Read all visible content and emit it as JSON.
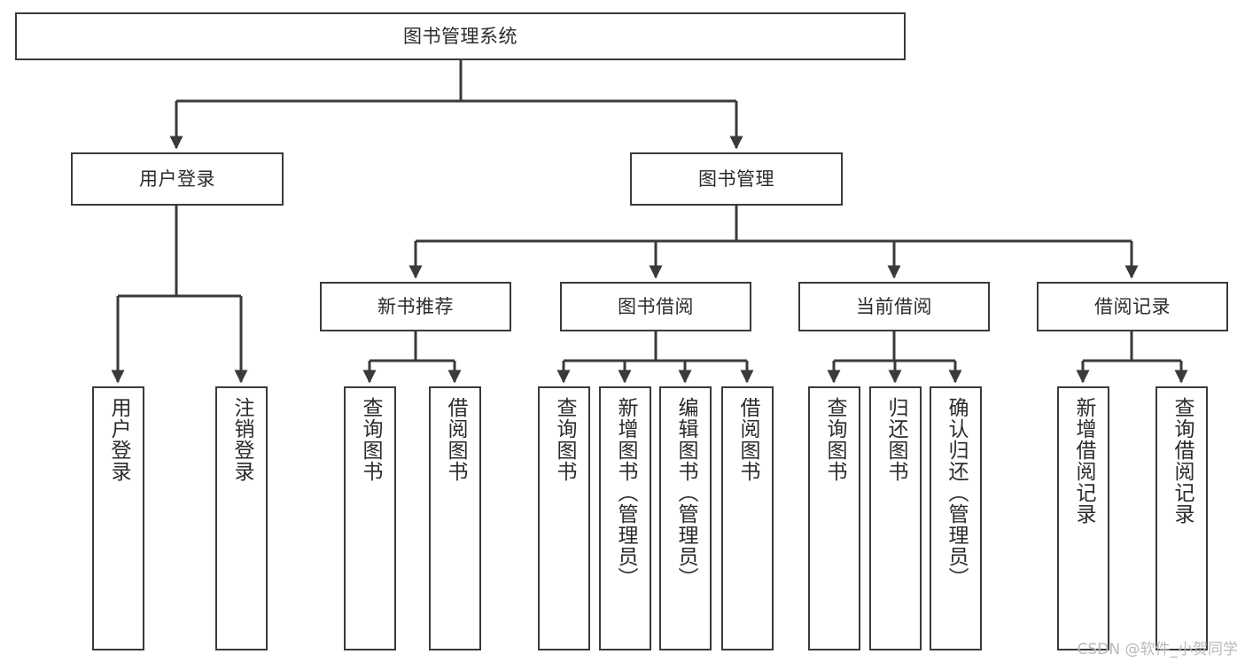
{
  "diagram": {
    "title": "图书管理系统",
    "type": "tree",
    "colors": {
      "background": "#ffffff",
      "box_fill": "#ffffff",
      "box_stroke": "#3a3a3a",
      "text": "#2b2b2b",
      "connector": "#3a3a3a",
      "watermark": "#b9b9b9"
    },
    "watermark": "CSDN @软件_小贺同学",
    "nodes": {
      "root": {
        "label": "图书管理系统"
      },
      "level2": [
        {
          "label": "用户登录"
        },
        {
          "label": "图书管理"
        }
      ],
      "level3": [
        {
          "label": "新书推荐"
        },
        {
          "label": "图书借阅"
        },
        {
          "label": "当前借阅"
        },
        {
          "label": "借阅记录"
        }
      ],
      "leaves": {
        "user_login": [
          {
            "label": "用户登录"
          },
          {
            "label": "注销登录"
          }
        ],
        "new_book_recommend": [
          {
            "label": "查询图书"
          },
          {
            "label": "借阅图书"
          }
        ],
        "book_borrow": [
          {
            "label": "查询图书"
          },
          {
            "label": "新增图书（管理员）"
          },
          {
            "label": "编辑图书（管理员）"
          },
          {
            "label": "借阅图书"
          }
        ],
        "current_borrow": [
          {
            "label": "查询图书"
          },
          {
            "label": "归还图书"
          },
          {
            "label": "确认归还（管理员）"
          }
        ],
        "borrow_record": [
          {
            "label": "新增借阅记录"
          },
          {
            "label": "查询借阅记录"
          }
        ]
      }
    }
  }
}
